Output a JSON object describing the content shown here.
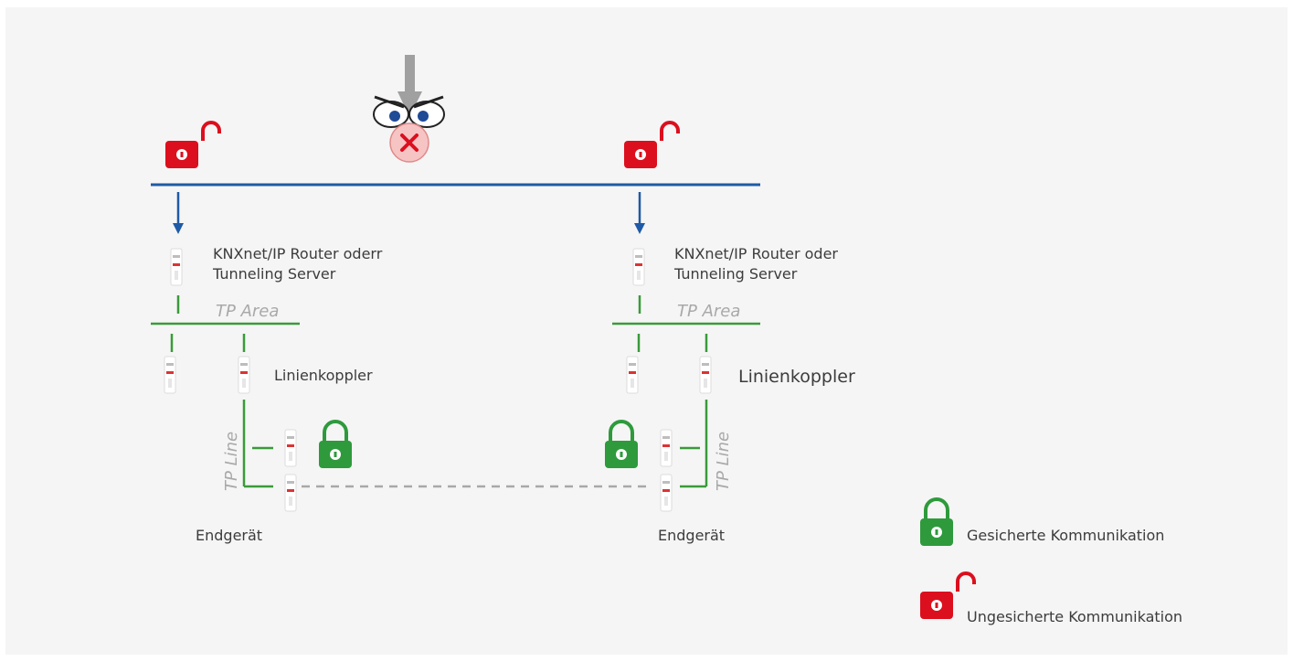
{
  "left": {
    "device_label_1": "KNXnet/IP Router oderr",
    "device_label_2": "Tunneling Server",
    "area_label": "TP Area",
    "coupler_label": "Linienkoppler",
    "line_label": "TP Line",
    "end_device_label": "Endgerät"
  },
  "right": {
    "device_label_1": "KNXnet/IP Router oder",
    "device_label_2": "Tunneling Server",
    "area_label": "TP Area",
    "coupler_label": "Linienkoppler",
    "line_label": "TP Line",
    "end_device_label": "Endgerät"
  },
  "legend": {
    "secured_label": "Gesicherte Kommunikation",
    "unsecured_label": "Ungesicherte Kommunikation"
  },
  "colors": {
    "backbone": "#1f5aa6",
    "tp": "#3a9a3a",
    "secure": "#2e9a3c",
    "insecure": "#dc0f1e",
    "dashed_link": "#a8a8a8",
    "background": "#f5f5f5"
  },
  "icons": {
    "attacker": "angry-face-x-icon",
    "secure": "lock-closed-icon",
    "insecure": "lock-open-icon",
    "device": "din-rail-device-icon"
  }
}
